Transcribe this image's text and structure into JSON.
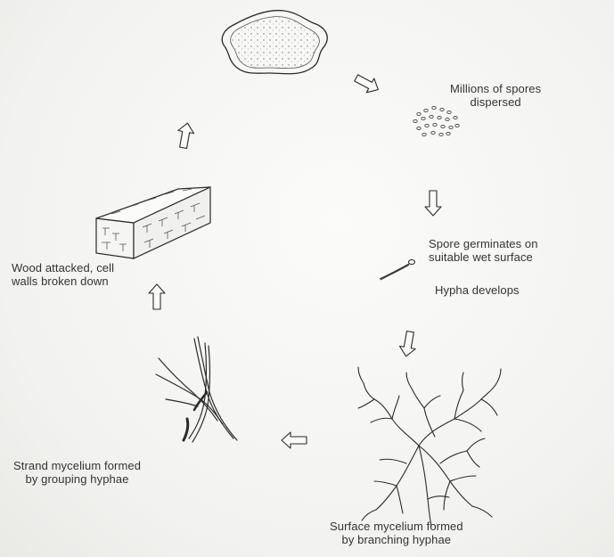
{
  "diagram": {
    "labels": {
      "spores": [
        "Millions of spores",
        "dispersed"
      ],
      "germinate": [
        "Spore germinates on",
        "suitable wet surface"
      ],
      "hypha": "Hypha develops",
      "surface": [
        "Surface mycelium formed",
        "by branching hyphae"
      ],
      "strand": [
        "Strand mycelium formed",
        "by grouping hyphae"
      ],
      "wood": [
        "Wood attacked, cell",
        "walls broken down"
      ]
    },
    "stroke_color": "#2a2a2a",
    "background_color": "#f3f3f1"
  }
}
